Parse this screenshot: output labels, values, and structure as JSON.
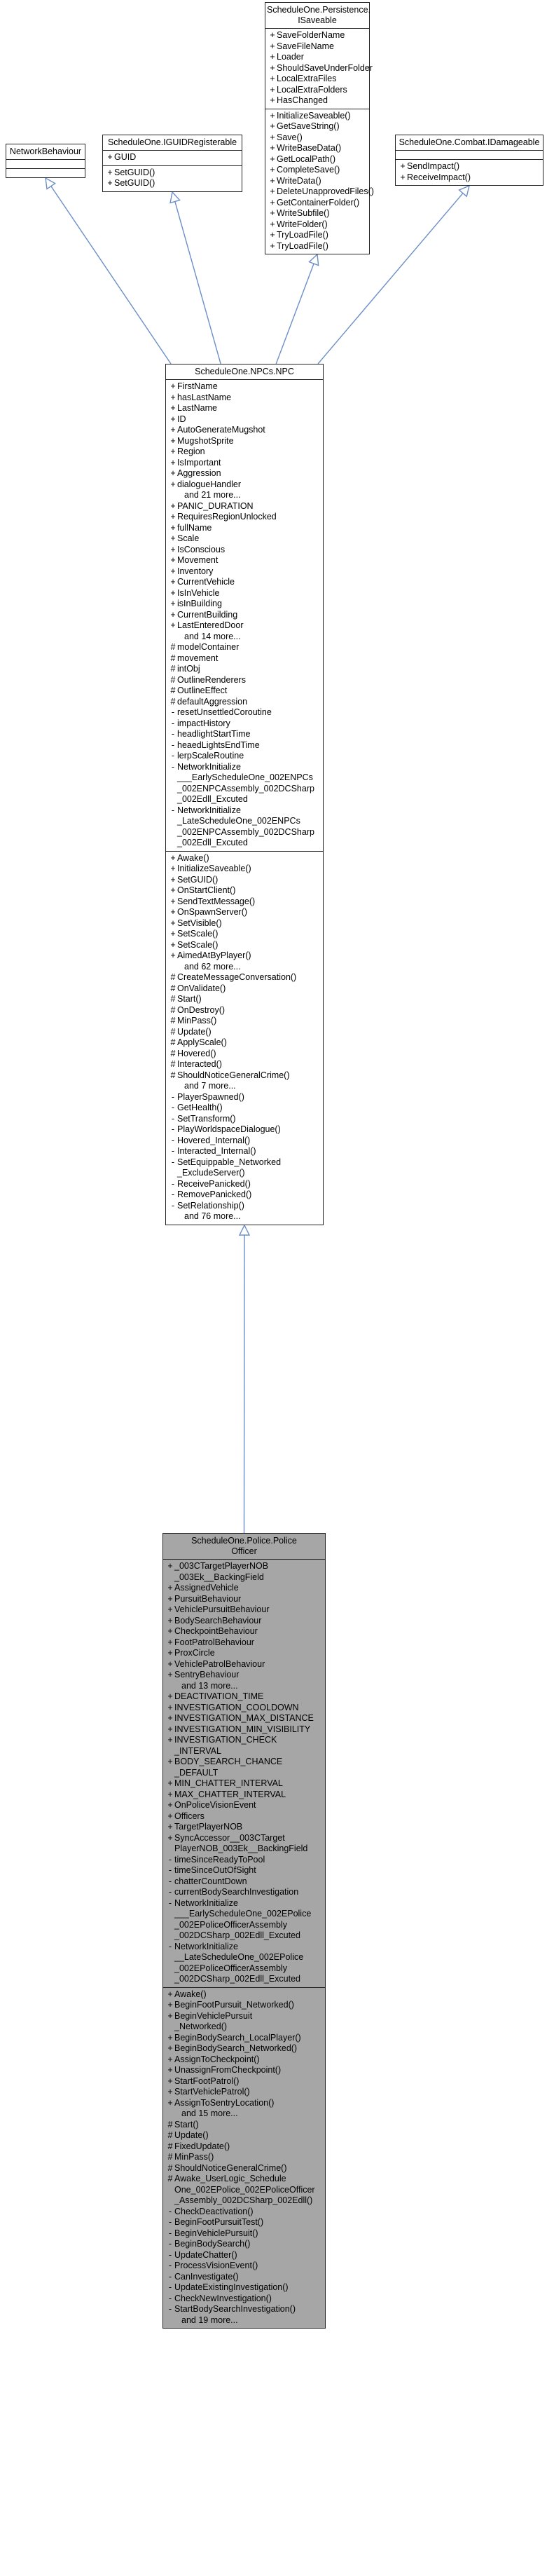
{
  "nodes": {
    "network_behaviour": {
      "title": "NetworkBehaviour",
      "sections": [
        [],
        []
      ]
    },
    "iguid_registerable": {
      "title": "ScheduleOne.IGUIDRegisterable",
      "sections": [
        [
          {
            "v": "+",
            "n": "GUID"
          }
        ],
        [
          {
            "v": "+",
            "n": "SetGUID()"
          },
          {
            "v": "+",
            "n": "SetGUID()"
          }
        ]
      ]
    },
    "isaveable": {
      "title": "ScheduleOne.Persistence.\nISaveable",
      "sections": [
        [
          {
            "v": "+",
            "n": "SaveFolderName"
          },
          {
            "v": "+",
            "n": "SaveFileName"
          },
          {
            "v": "+",
            "n": "Loader"
          },
          {
            "v": "+",
            "n": "ShouldSaveUnderFolder"
          },
          {
            "v": "+",
            "n": "LocalExtraFiles"
          },
          {
            "v": "+",
            "n": "LocalExtraFolders"
          },
          {
            "v": "+",
            "n": "HasChanged"
          }
        ],
        [
          {
            "v": "+",
            "n": "InitializeSaveable()"
          },
          {
            "v": "+",
            "n": "GetSaveString()"
          },
          {
            "v": "+",
            "n": "Save()"
          },
          {
            "v": "+",
            "n": "WriteBaseData()"
          },
          {
            "v": "+",
            "n": "GetLocalPath()"
          },
          {
            "v": "+",
            "n": "CompleteSave()"
          },
          {
            "v": "+",
            "n": "WriteData()"
          },
          {
            "v": "+",
            "n": "DeleteUnapprovedFiles()"
          },
          {
            "v": "+",
            "n": "GetContainerFolder()"
          },
          {
            "v": "+",
            "n": "WriteSubfile()"
          },
          {
            "v": "+",
            "n": "WriteFolder()"
          },
          {
            "v": "+",
            "n": "TryLoadFile()"
          },
          {
            "v": "+",
            "n": "TryLoadFile()"
          }
        ]
      ]
    },
    "idamageable": {
      "title": "ScheduleOne.Combat.IDamageable",
      "sections": [
        [],
        [
          {
            "v": "+",
            "n": "SendImpact()"
          },
          {
            "v": "+",
            "n": "ReceiveImpact()"
          }
        ]
      ]
    },
    "npc": {
      "title": "ScheduleOne.NPCs.NPC",
      "sections": [
        [
          {
            "v": "+",
            "n": "FirstName"
          },
          {
            "v": "+",
            "n": "hasLastName"
          },
          {
            "v": "+",
            "n": "LastName"
          },
          {
            "v": "+",
            "n": "ID"
          },
          {
            "v": "+",
            "n": "AutoGenerateMugshot"
          },
          {
            "v": "+",
            "n": "MugshotSprite"
          },
          {
            "v": "+",
            "n": "Region"
          },
          {
            "v": "+",
            "n": "IsImportant"
          },
          {
            "v": "+",
            "n": "Aggression"
          },
          {
            "v": "+",
            "n": "dialogueHandler"
          },
          {
            "v": "",
            "n": "and 21 more..."
          },
          {
            "v": "+",
            "n": "PANIC_DURATION"
          },
          {
            "v": "+",
            "n": "RequiresRegionUnlocked"
          },
          {
            "v": "+",
            "n": "fullName"
          },
          {
            "v": "+",
            "n": "Scale"
          },
          {
            "v": "+",
            "n": "IsConscious"
          },
          {
            "v": "+",
            "n": "Movement"
          },
          {
            "v": "+",
            "n": "Inventory"
          },
          {
            "v": "+",
            "n": "CurrentVehicle"
          },
          {
            "v": "+",
            "n": "IsInVehicle"
          },
          {
            "v": "+",
            "n": "isInBuilding"
          },
          {
            "v": "+",
            "n": "CurrentBuilding"
          },
          {
            "v": "+",
            "n": "LastEnteredDoor"
          },
          {
            "v": "",
            "n": "and 14 more..."
          },
          {
            "v": "#",
            "n": "modelContainer"
          },
          {
            "v": "#",
            "n": "movement"
          },
          {
            "v": "#",
            "n": "intObj"
          },
          {
            "v": "#",
            "n": "OutlineRenderers"
          },
          {
            "v": "#",
            "n": "OutlineEffect"
          },
          {
            "v": "#",
            "n": "defaultAggression"
          },
          {
            "v": "-",
            "n": "resetUnsettledCoroutine"
          },
          {
            "v": "-",
            "n": "impactHistory"
          },
          {
            "v": "-",
            "n": "headlightStartTime"
          },
          {
            "v": "-",
            "n": "heaedLightsEndTime"
          },
          {
            "v": "-",
            "n": "lerpScaleRoutine"
          },
          {
            "v": "-",
            "n": "NetworkInitialize\n___EarlyScheduleOne_002ENPCs\n_002ENPCAssembly_002DCSharp\n_002Edll_Excuted"
          },
          {
            "v": "-",
            "n": "NetworkInitialize\n_LateScheduleOne_002ENPCs\n_002ENPCAssembly_002DCSharp\n_002Edll_Excuted"
          }
        ],
        [
          {
            "v": "+",
            "n": "Awake()"
          },
          {
            "v": "+",
            "n": "InitializeSaveable()"
          },
          {
            "v": "+",
            "n": "SetGUID()"
          },
          {
            "v": "+",
            "n": "OnStartClient()"
          },
          {
            "v": "+",
            "n": "SendTextMessage()"
          },
          {
            "v": "+",
            "n": "OnSpawnServer()"
          },
          {
            "v": "+",
            "n": "SetVisible()"
          },
          {
            "v": "+",
            "n": "SetScale()"
          },
          {
            "v": "+",
            "n": "SetScale()"
          },
          {
            "v": "+",
            "n": "AimedAtByPlayer()"
          },
          {
            "v": "",
            "n": "and 62 more..."
          },
          {
            "v": "#",
            "n": "CreateMessageConversation()"
          },
          {
            "v": "#",
            "n": "OnValidate()"
          },
          {
            "v": "#",
            "n": "Start()"
          },
          {
            "v": "#",
            "n": "OnDestroy()"
          },
          {
            "v": "#",
            "n": "MinPass()"
          },
          {
            "v": "#",
            "n": "Update()"
          },
          {
            "v": "#",
            "n": "ApplyScale()"
          },
          {
            "v": "#",
            "n": "Hovered()"
          },
          {
            "v": "#",
            "n": "Interacted()"
          },
          {
            "v": "#",
            "n": "ShouldNoticeGeneralCrime()"
          },
          {
            "v": "",
            "n": "and 7 more..."
          },
          {
            "v": "-",
            "n": "PlayerSpawned()"
          },
          {
            "v": "-",
            "n": "GetHealth()"
          },
          {
            "v": "-",
            "n": "SetTransform()"
          },
          {
            "v": "-",
            "n": "PlayWorldspaceDialogue()"
          },
          {
            "v": "-",
            "n": "Hovered_Internal()"
          },
          {
            "v": "-",
            "n": "Interacted_Internal()"
          },
          {
            "v": "-",
            "n": "SetEquippable_Networked\n_ExcludeServer()"
          },
          {
            "v": "-",
            "n": "ReceivePanicked()"
          },
          {
            "v": "-",
            "n": "RemovePanicked()"
          },
          {
            "v": "-",
            "n": "SetRelationship()"
          },
          {
            "v": "",
            "n": "and 76 more..."
          }
        ]
      ]
    },
    "police_officer": {
      "title": "ScheduleOne.Police.Police\nOfficer",
      "sections": [
        [
          {
            "v": "+",
            "n": "_003CTargetPlayerNOB\n_003Ek__BackingField"
          },
          {
            "v": "+",
            "n": "AssignedVehicle"
          },
          {
            "v": "+",
            "n": "PursuitBehaviour"
          },
          {
            "v": "+",
            "n": "VehiclePursuitBehaviour"
          },
          {
            "v": "+",
            "n": "BodySearchBehaviour"
          },
          {
            "v": "+",
            "n": "CheckpointBehaviour"
          },
          {
            "v": "+",
            "n": "FootPatrolBehaviour"
          },
          {
            "v": "+",
            "n": "ProxCircle"
          },
          {
            "v": "+",
            "n": "VehiclePatrolBehaviour"
          },
          {
            "v": "+",
            "n": "SentryBehaviour"
          },
          {
            "v": "",
            "n": "and 13 more..."
          },
          {
            "v": "+",
            "n": "DEACTIVATION_TIME"
          },
          {
            "v": "+",
            "n": "INVESTIGATION_COOLDOWN"
          },
          {
            "v": "+",
            "n": "INVESTIGATION_MAX_DISTANCE"
          },
          {
            "v": "+",
            "n": "INVESTIGATION_MIN_VISIBILITY"
          },
          {
            "v": "+",
            "n": "INVESTIGATION_CHECK\n_INTERVAL"
          },
          {
            "v": "+",
            "n": "BODY_SEARCH_CHANCE\n_DEFAULT"
          },
          {
            "v": "+",
            "n": "MIN_CHATTER_INTERVAL"
          },
          {
            "v": "+",
            "n": "MAX_CHATTER_INTERVAL"
          },
          {
            "v": "+",
            "n": "OnPoliceVisionEvent"
          },
          {
            "v": "+",
            "n": "Officers"
          },
          {
            "v": "+",
            "n": "TargetPlayerNOB"
          },
          {
            "v": "+",
            "n": "SyncAccessor__003CTarget\nPlayerNOB_003Ek__BackingField"
          },
          {
            "v": "-",
            "n": "timeSinceReadyToPool"
          },
          {
            "v": "-",
            "n": "timeSinceOutOfSight"
          },
          {
            "v": "-",
            "n": "chatterCountDown"
          },
          {
            "v": "-",
            "n": "currentBodySearchInvestigation"
          },
          {
            "v": "-",
            "n": "NetworkInitialize\n___EarlyScheduleOne_002EPolice\n_002EPoliceOfficerAssembly\n_002DCSharp_002Edll_Excuted"
          },
          {
            "v": "-",
            "n": "NetworkInitialize\n__LateScheduleOne_002EPolice\n_002EPoliceOfficerAssembly\n_002DCSharp_002Edll_Excuted"
          }
        ],
        [
          {
            "v": "+",
            "n": "Awake()"
          },
          {
            "v": "+",
            "n": "BeginFootPursuit_Networked()"
          },
          {
            "v": "+",
            "n": "BeginVehiclePursuit\n_Networked()"
          },
          {
            "v": "+",
            "n": "BeginBodySearch_LocalPlayer()"
          },
          {
            "v": "+",
            "n": "BeginBodySearch_Networked()"
          },
          {
            "v": "+",
            "n": "AssignToCheckpoint()"
          },
          {
            "v": "+",
            "n": "UnassignFromCheckpoint()"
          },
          {
            "v": "+",
            "n": "StartFootPatrol()"
          },
          {
            "v": "+",
            "n": "StartVehiclePatrol()"
          },
          {
            "v": "+",
            "n": "AssignToSentryLocation()"
          },
          {
            "v": "",
            "n": "and 15 more..."
          },
          {
            "v": "#",
            "n": "Start()"
          },
          {
            "v": "#",
            "n": "Update()"
          },
          {
            "v": "#",
            "n": "FixedUpdate()"
          },
          {
            "v": "#",
            "n": "MinPass()"
          },
          {
            "v": "#",
            "n": "ShouldNoticeGeneralCrime()"
          },
          {
            "v": "#",
            "n": "Awake_UserLogic_Schedule\nOne_002EPolice_002EPoliceOfficer\n_Assembly_002DCSharp_002Edll()"
          },
          {
            "v": "-",
            "n": "CheckDeactivation()"
          },
          {
            "v": "-",
            "n": "BeginFootPursuitTest()"
          },
          {
            "v": "-",
            "n": "BeginVehiclePursuit()"
          },
          {
            "v": "-",
            "n": "BeginBodySearch()"
          },
          {
            "v": "-",
            "n": "UpdateChatter()"
          },
          {
            "v": "-",
            "n": "ProcessVisionEvent()"
          },
          {
            "v": "-",
            "n": "CanInvestigate()"
          },
          {
            "v": "-",
            "n": "UpdateExistingInvestigation()"
          },
          {
            "v": "-",
            "n": "CheckNewInvestigation()"
          },
          {
            "v": "-",
            "n": "StartBodySearchInvestigation()"
          },
          {
            "v": "",
            "n": "and 19 more..."
          }
        ]
      ]
    }
  },
  "colors": {
    "edge": "#6b8fc7",
    "highlight_fill": "#a6a6a6",
    "box_border": "#222222"
  }
}
